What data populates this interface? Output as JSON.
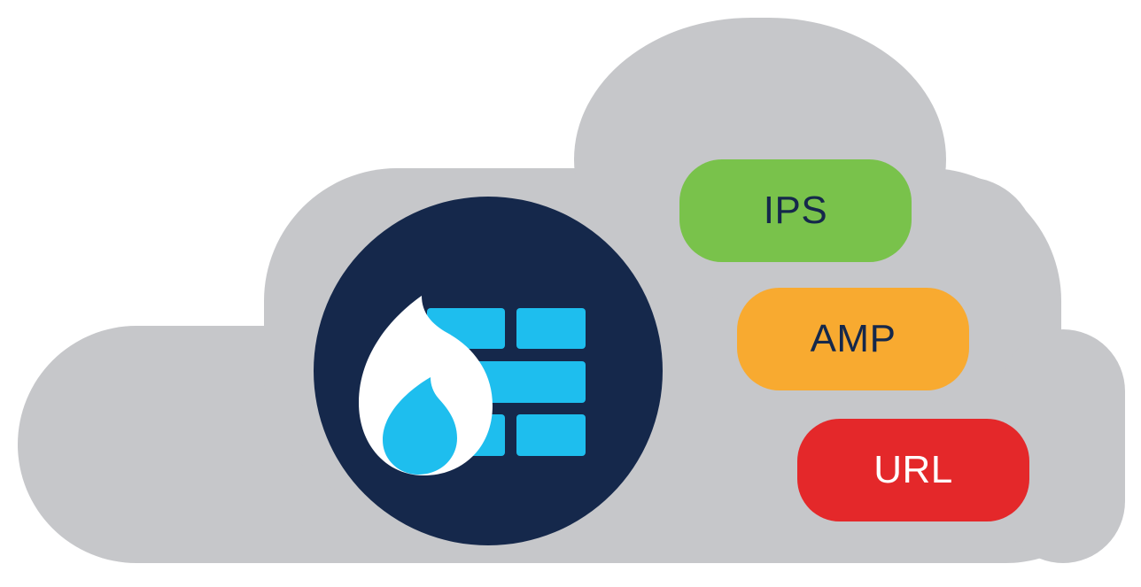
{
  "colors": {
    "cloud": "#c6c7ca",
    "badge_bg": "#15284b",
    "firewall_blue": "#1ebeee",
    "flame_white": "#ffffff",
    "ips_bg": "#79c24b",
    "ips_text": "#15284b",
    "amp_bg": "#f8aa30",
    "amp_text": "#15284b",
    "url_bg": "#e4282a",
    "url_text": "#ffffff"
  },
  "icons": {
    "cloud": "cloud-shape",
    "firewall": "firewall-flame-icon"
  },
  "labels": {
    "ips": "IPS",
    "amp": "AMP",
    "url": "URL"
  }
}
